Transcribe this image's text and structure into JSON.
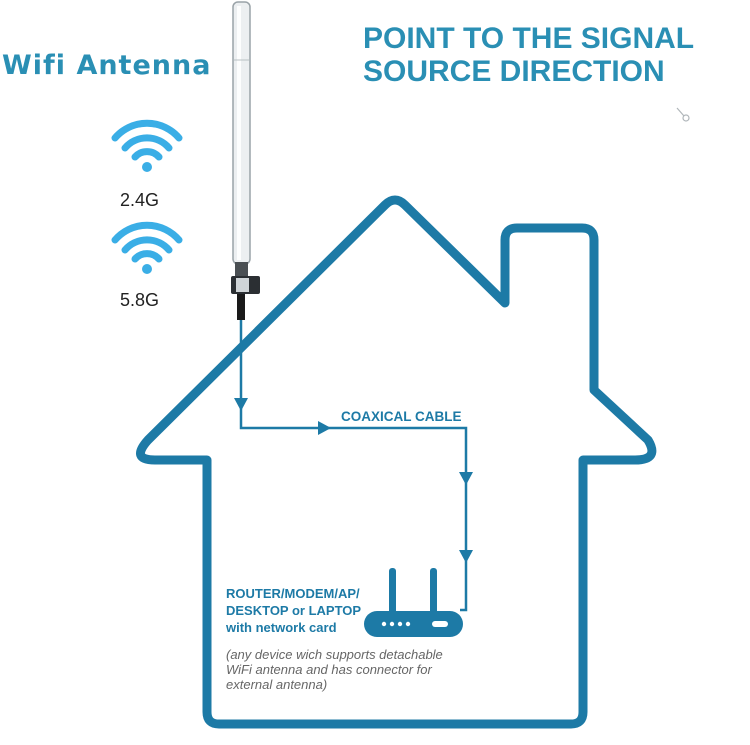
{
  "header": {
    "product_title": "Wifi Antenna",
    "instruction": "POINT TO THE SIGNAL SOURCE DIRECTION"
  },
  "bands": [
    {
      "label": "2.4G",
      "icon": "wifi-icon"
    },
    {
      "label": "5.8G",
      "icon": "wifi-icon"
    }
  ],
  "diagram": {
    "cable_label": "COAXICAL CABLE",
    "device_label": "ROUTER/MODEM/AP/ DESKTOP or LAPTOP with network card",
    "device_note": "(any device wich supports detachable WiFi antenna and has connector for external antenna)"
  },
  "colors": {
    "primary": "#1d7aa6",
    "title": "#2a8fb4",
    "wifi": "#3aaee6"
  }
}
